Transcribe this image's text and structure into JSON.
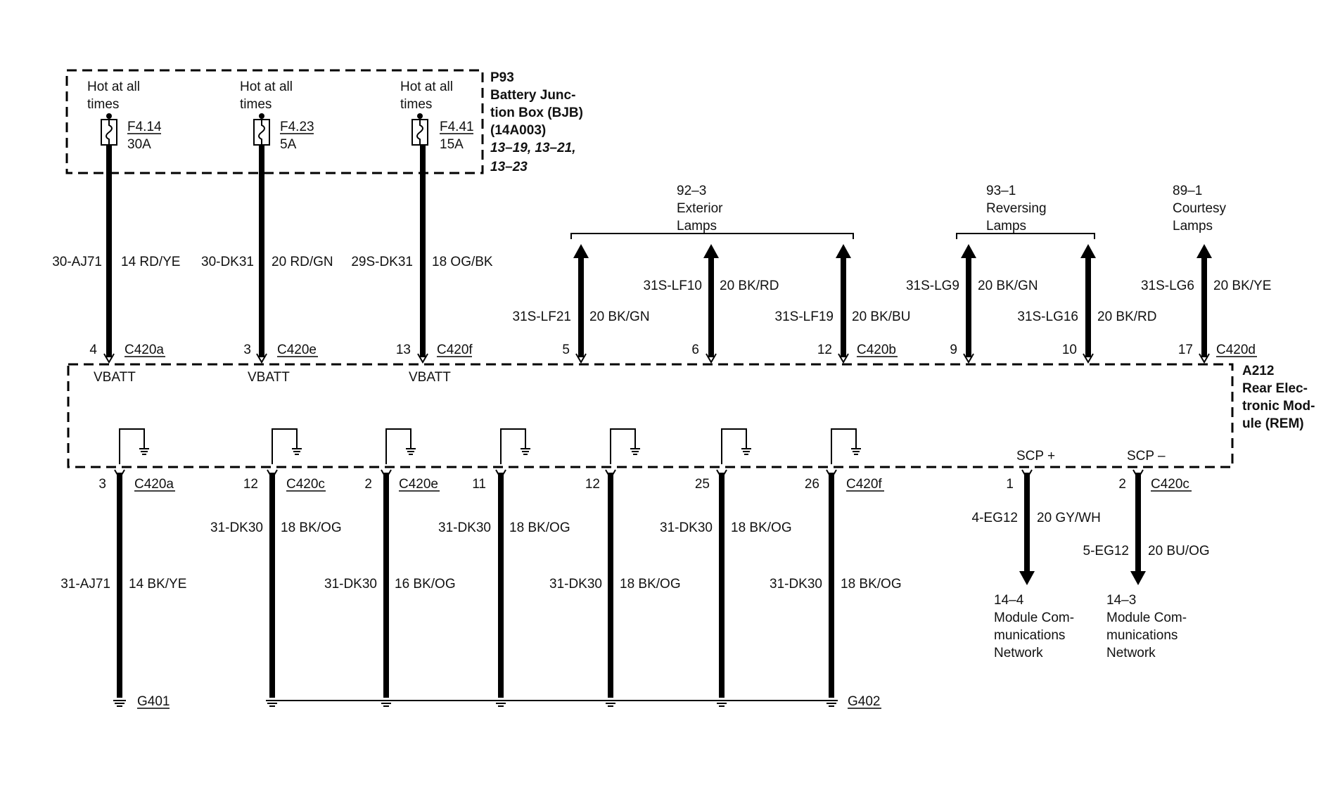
{
  "colors": {
    "wire": "#000000",
    "background": "#ffffff",
    "text": "#111111"
  },
  "bjb": {
    "ref": "P93",
    "name_line1": "Battery Junc-",
    "name_line2": "tion Box (BJB)",
    "part": "(14A003)",
    "pages_line1": "13–19, 13–21,",
    "pages_line2": "13–23",
    "fuses": [
      {
        "hot1": "Hot at all",
        "hot2": "times",
        "id": "F4.14",
        "amps": "30A",
        "circuit": "30-AJ71",
        "wire": "14 RD/YE",
        "pin": "4",
        "connector": "C420a",
        "signal": "VBATT"
      },
      {
        "hot1": "Hot at all",
        "hot2": "times",
        "id": "F4.23",
        "amps": "5A",
        "circuit": "30-DK31",
        "wire": "20 RD/GN",
        "pin": "3",
        "connector": "C420e",
        "signal": "VBATT"
      },
      {
        "hot1": "Hot at all",
        "hot2": "times",
        "id": "F4.41",
        "amps": "15A",
        "circuit": "29S-DK31",
        "wire": "18 OG/BK",
        "pin": "13",
        "connector": "C420f",
        "signal": "VBATT"
      }
    ]
  },
  "rem": {
    "ref": "A212",
    "name_line1": "Rear Elec-",
    "name_line2": "tronic Mod-",
    "name_line3": "ule (REM)"
  },
  "destinations": [
    {
      "ref": "92–3",
      "line1": "Exterior",
      "line2": "Lamps"
    },
    {
      "ref": "93–1",
      "line1": "Reversing",
      "line2": "Lamps"
    },
    {
      "ref": "89–1",
      "line1": "Courtesy",
      "line2": "Lamps"
    }
  ],
  "outputs": [
    {
      "circuit": "31S-LF21",
      "wire": "20 BK/GN",
      "pin": "5"
    },
    {
      "circuit": "31S-LF10",
      "wire": "20 BK/RD",
      "pin": "6"
    },
    {
      "circuit": "31S-LF19",
      "wire": "20 BK/BU",
      "pin": "12",
      "connector": "C420b"
    },
    {
      "circuit": "31S-LG9",
      "wire": "20 BK/GN",
      "pin": "9"
    },
    {
      "circuit": "31S-LG16",
      "wire": "20 BK/RD",
      "pin": "10"
    },
    {
      "circuit": "31S-LG6",
      "wire": "20 BK/YE",
      "pin": "17",
      "connector": "C420d"
    }
  ],
  "grounds": [
    {
      "pin": "3",
      "connector": "C420a",
      "circuit": "31-AJ71",
      "wire": "14 BK/YE"
    },
    {
      "pin": "12",
      "connector": "C420c",
      "circuit": "31-DK30",
      "wire": "18 BK/OG"
    },
    {
      "pin": "2",
      "connector": "C420e",
      "circuit": "31-DK30",
      "wire": "16 BK/OG"
    },
    {
      "pin": "11",
      "circuit": "31-DK30",
      "wire": "18 BK/OG"
    },
    {
      "pin": "12",
      "circuit": "31-DK30",
      "wire": "18 BK/OG"
    },
    {
      "pin": "25",
      "circuit": "31-DK30",
      "wire": "18 BK/OG"
    },
    {
      "pin": "26",
      "connector": "C420f",
      "circuit": "31-DK30",
      "wire": "18 BK/OG"
    }
  ],
  "ground_points": {
    "g1": "G401",
    "g2": "G402"
  },
  "scp": [
    {
      "label": "SCP +",
      "pin": "1",
      "circuit": "4-EG12",
      "wire": "20 GY/WH",
      "ref": "14–4",
      "line1": "Module Com-",
      "line2": "munications",
      "line3": "Network"
    },
    {
      "label": "SCP –",
      "pin": "2",
      "connector": "C420c",
      "circuit": "5-EG12",
      "wire": "20 BU/OG",
      "ref": "14–3",
      "line1": "Module Com-",
      "line2": "munications",
      "line3": "Network"
    }
  ]
}
